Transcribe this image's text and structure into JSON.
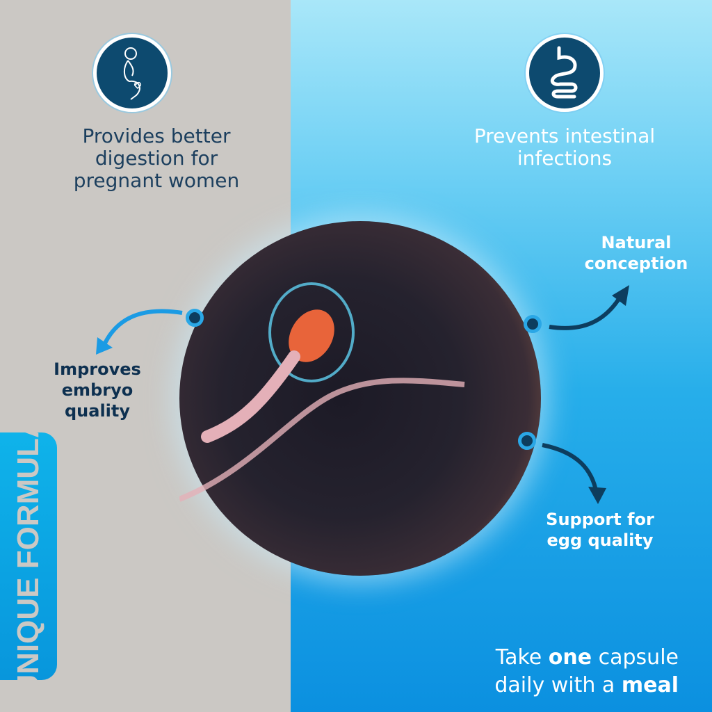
{
  "benefits": {
    "pregnant_digestion": "Provides better digestion for pregnant women",
    "intestinal": "Prevents intestinal infections",
    "embryo": "Improves embryo quality",
    "conception": "Natural conception",
    "egg": "Support for egg quality"
  },
  "icons": {
    "left": "pregnant-woman-icon",
    "right": "digestive-system-icon"
  },
  "badge": "UNIQUE FORMULA",
  "dosage": {
    "pre": "Take ",
    "b1": "one",
    "mid": " capsule",
    "line2": "daily with a ",
    "b2": "meal"
  },
  "colors": {
    "navy": "#0d4a6f",
    "accent": "#0b9be2",
    "gray": "#cbc8c4"
  }
}
